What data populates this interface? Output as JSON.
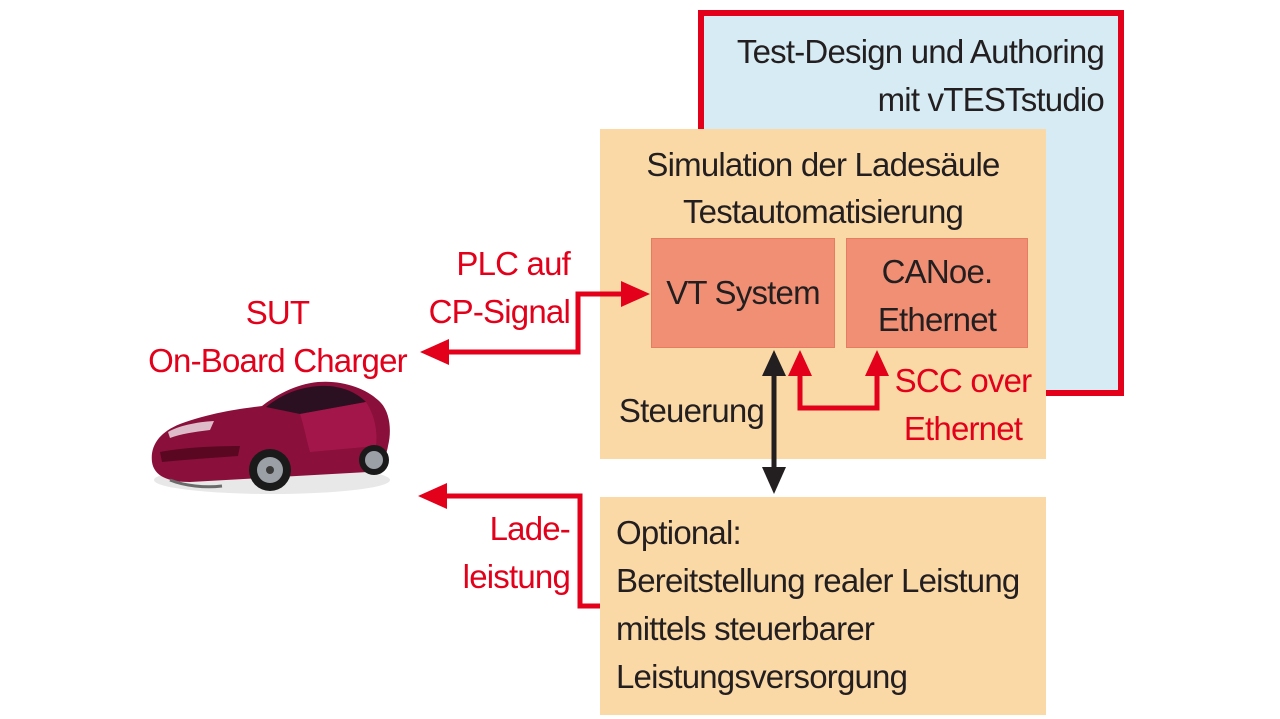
{
  "authoring": {
    "line1": "Test-Design und Authoring",
    "line2": "mit vTESTstudio"
  },
  "simulation": {
    "line1": "Simulation der Ladesäule",
    "line2": "Testautomatisierung"
  },
  "vt_system": {
    "label": "VT System"
  },
  "canoe": {
    "line1": "CANoe.",
    "line2": "Ethernet"
  },
  "plc": {
    "line1": "PLC auf",
    "line2": "CP-Signal"
  },
  "sut": {
    "line1": "SUT",
    "line2": "On-Board Charger"
  },
  "steuerung": {
    "label": "Steuerung"
  },
  "scc": {
    "line1": "SCC over",
    "line2": "Ethernet"
  },
  "ladeleistung": {
    "line1": "Lade-",
    "line2": "leistung"
  },
  "optional": {
    "line1": "Optional:",
    "line2": "Bereitstellung realer Leistung",
    "line3": "mittels steuerbarer",
    "line4": "Leistungsversorgung"
  },
  "colors": {
    "accent_red": "#e2001a",
    "light_blue": "#d6ebf3",
    "light_orange": "#fbd9a6",
    "salmon": "#f08f74",
    "car_body": "#8a0f3a"
  },
  "icons": {
    "car": "car-icon"
  }
}
